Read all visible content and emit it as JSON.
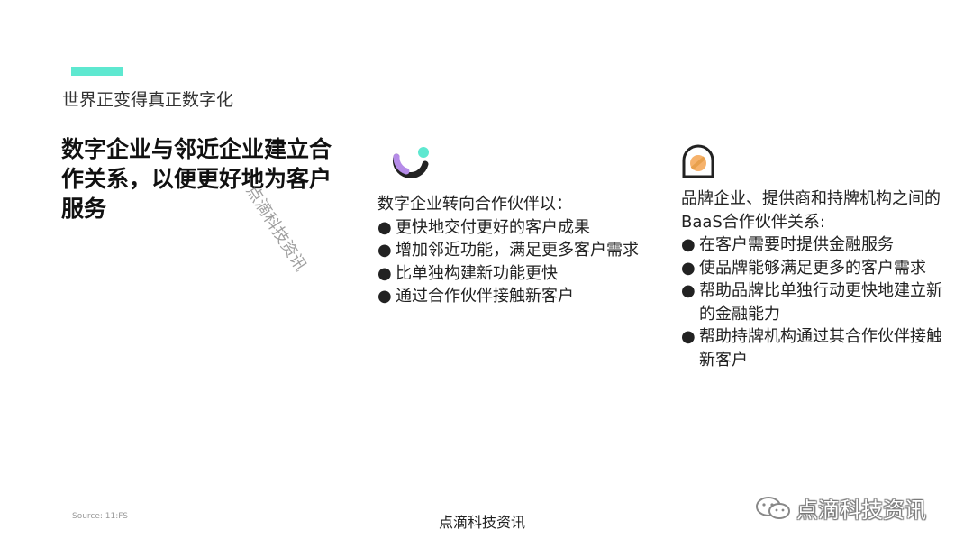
{
  "slide": {
    "kicker": "世界正变得真正数字化",
    "headline": "数字企业与邻近企业建立合作关系，以便更好地为客户服务",
    "accent_color": "#5ee8d0"
  },
  "column1": {
    "icon": "u-shape-icon",
    "intro": "数字企业转向合作伙伴以：",
    "bullets": [
      "更快地交付更好的客户成果",
      "增加邻近功能，满足更多客户需求",
      "比单独构建新功能更快",
      "通过合作伙伴接触新客户"
    ]
  },
  "column2": {
    "icon": "arch-circle-icon",
    "intro": "品牌企业、提供商和持牌机构之间的BaaS合作伙伴关系:",
    "bullets": [
      "在客户需要时提供金融服务",
      "使品牌能够满足更多的客户需求",
      "帮助品牌比单独行动更快地建立新的金融能力",
      "帮助持牌机构通过其合作伙伴接触新客户"
    ]
  },
  "footer": {
    "source": "Source: 11:FS",
    "brand": "点滴科技资讯",
    "wechat_label": "点滴科技资讯"
  },
  "watermark": "点滴科技资讯"
}
